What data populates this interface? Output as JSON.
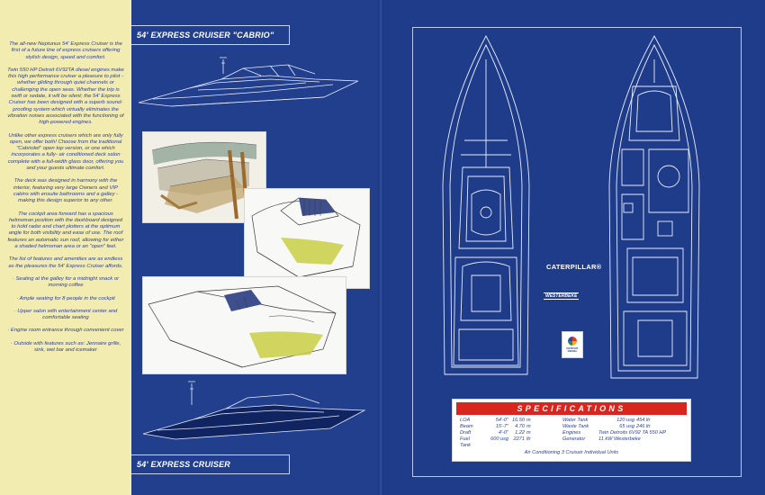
{
  "brochure": {
    "title_top": "54' EXPRESS CRUISER \"CABRIO\"",
    "title_bottom": "54' EXPRESS CRUISER",
    "paragraphs": [
      "The all-new Neptunus 54' Express Cruiser is the first of a future line of express cruisers offering stylish design, speed and comfort.",
      "Twin 550 HP Detroit 6V92TA diesel engines make this high performance cruiser a pleasure to pilot - whether gliding through quiet channels or challenging the open seas. Whether the trip is swift or sedate, it will be silent; the 54' Express Cruiser has been designed with a superb sound-proofing system which virtually eliminates the vibration noises associated with the functioning of high-powered engines.",
      "Unlike other express cruisers which are only fully open, we offer both! Choose from the traditional \"Cabriolet\" open top version, or one which incorporates a fully- air conditioned deck salon complete with a full-width glass door, offering you and your guests ultimate comfort.",
      "The deck was designed in harmony with the interior, featuring very large Owners and VIP cabins with ensuite bathrooms and a galley -making this design superior to any other.",
      "The cockpit area forward has a spacious helmsman position with the dashboard designed to hold radar and chart plotters at the optimum angle for both visibility and ease of use. The roof features an automatic sun roof, allowing for either a shaded helmsman area or an \"open\" feel.",
      "The list of features and amenities are as endless as the pleasures the 54' Express Cruiser affords.",
      "· Seating at the galley for a midnight snack or morning coffee",
      "· Ample seating for 8 people in the cockpit",
      "· Upper salon with entertainment center and comfortable seating",
      "· Engine room entrance through convenient cover",
      "· Outside with features such as: Jennaire grille, sink, wet bar and icemaker"
    ]
  },
  "logos": {
    "caterpillar": "CATERPILLAR®",
    "westerbeke": "WESTERBEKE",
    "detroit": "DETROIT DIESEL"
  },
  "specs": {
    "heading": "SPECIFICATIONS",
    "rows": [
      [
        "LOA",
        "54'-0\"",
        "16.50",
        "m",
        "Water Tank",
        "120 usg",
        "454",
        "ltr"
      ],
      [
        "Beam",
        "15'-7\"",
        "4.70",
        "m",
        "Waste Tank",
        "65 usg",
        "246",
        "ltr"
      ],
      [
        "Draft",
        "4'-0\"",
        "1.22",
        "m",
        "Engines",
        "Twin Detroits 6V92 TA 550 HP",
        "",
        ""
      ],
      [
        "Fuel Tank",
        "600 usg",
        "2271",
        "ltr",
        "Generator",
        "11 kW Westerbeke",
        "",
        ""
      ]
    ],
    "footer": "Air Conditioning   3 Cruisair Individual Units"
  },
  "colors": {
    "cream": "#f3ecb0",
    "navy": "#1f3c8a",
    "spec_red": "#d8261e",
    "text_blue": "#2b3f9b"
  }
}
